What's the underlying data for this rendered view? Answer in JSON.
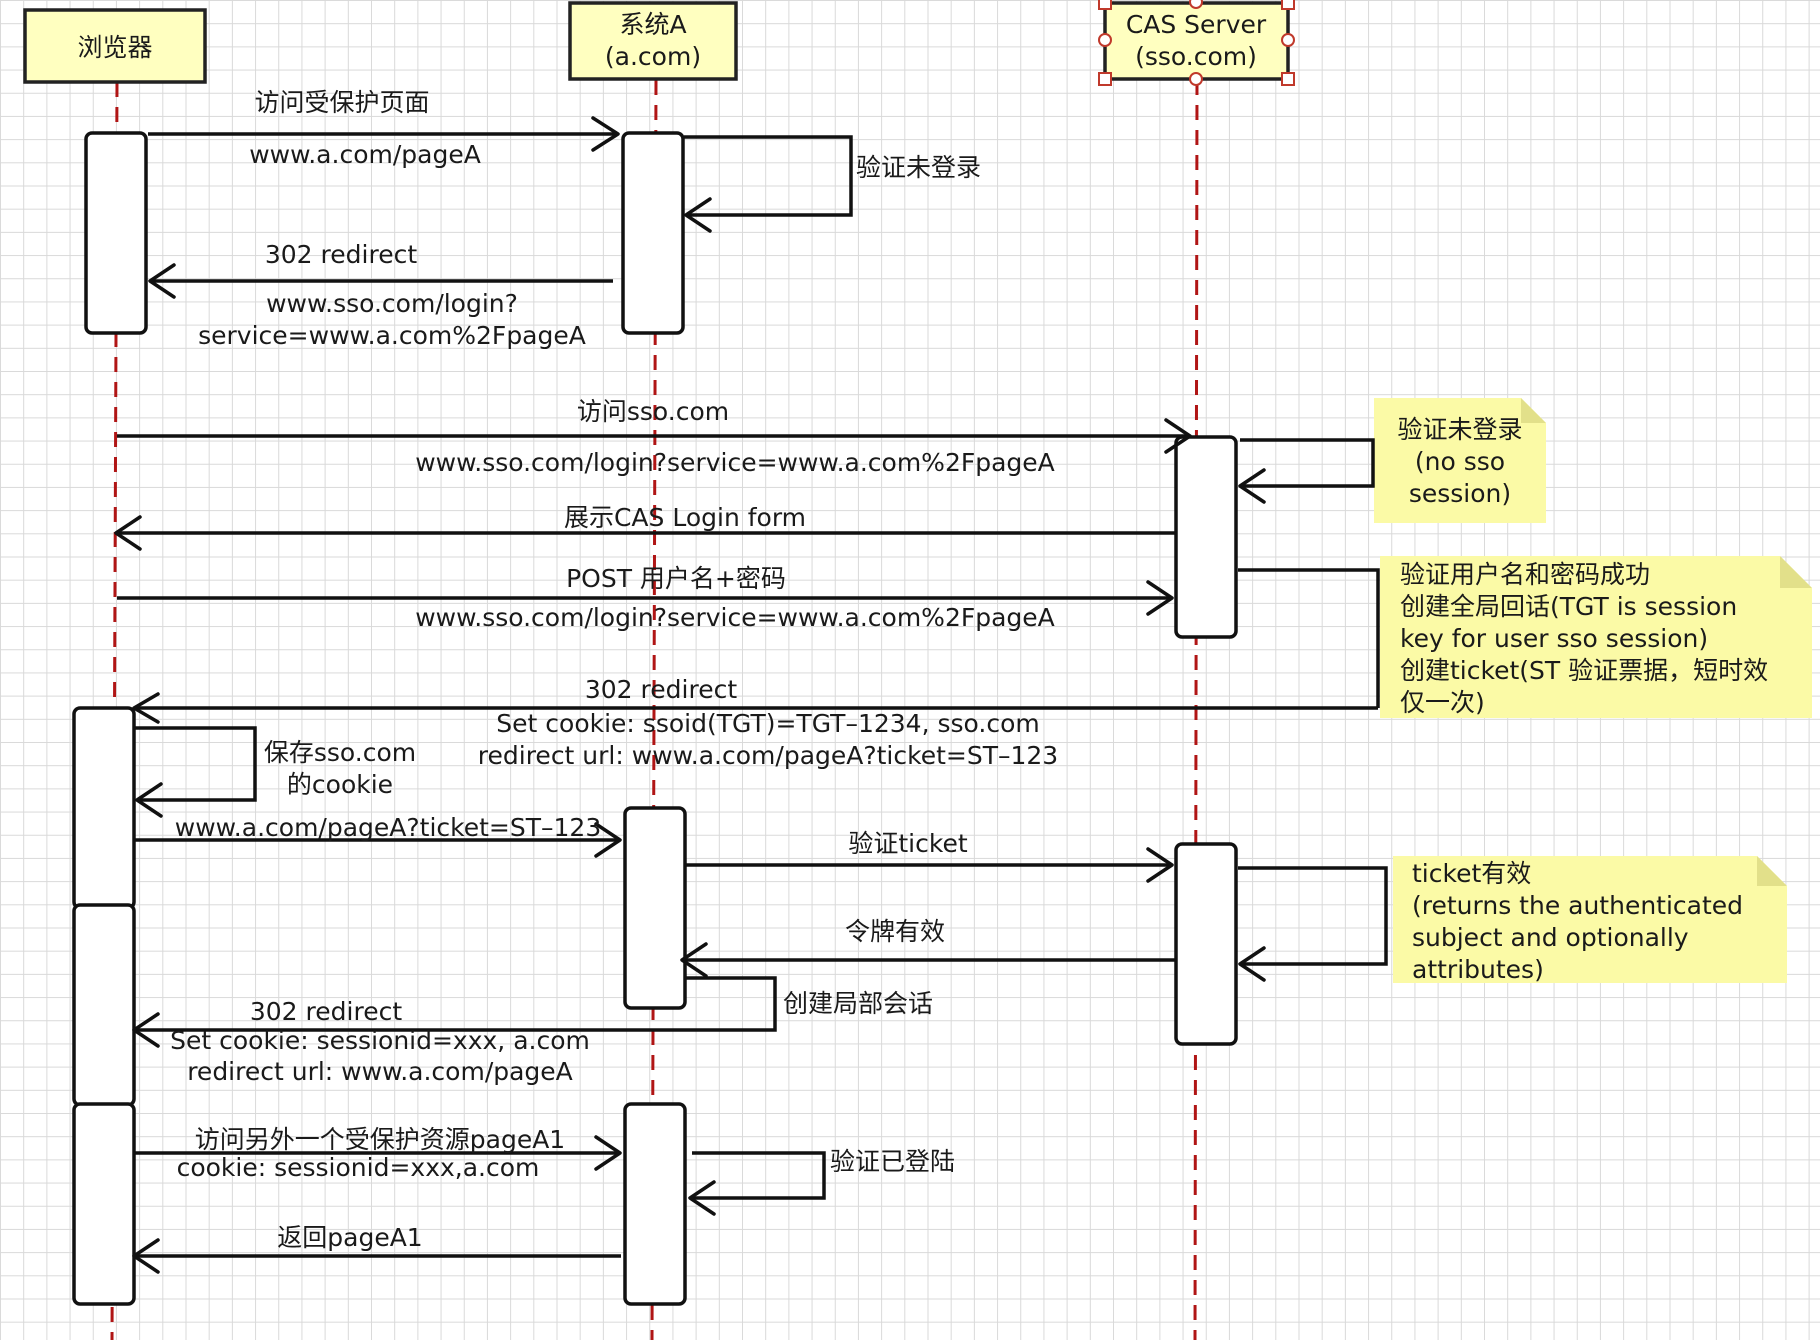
{
  "participants": [
    {
      "id": "browser",
      "name": "浏览器"
    },
    {
      "id": "sysa",
      "name": "系统A",
      "sub": "(a.com)"
    },
    {
      "id": "cas",
      "name": "CAS Server",
      "sub": "(sso.com)"
    }
  ],
  "messages": {
    "m1_top": "访问受保护页面",
    "m1_bottom": "www.a.com/pageA",
    "self_a1": "验证未登录",
    "m2_top": "302 redirect",
    "m2_line1": "www.sso.com/login?",
    "m2_line2": "service=www.a.com%2FpageA",
    "m3_top": "访问sso.com",
    "m3_bottom": "www.sso.com/login?service=www.a.com%2FpageA",
    "m4": "展示CAS Login form",
    "m5_top": "POST 用户名+密码",
    "m5_bottom": "www.sso.com/login?service=www.a.com%2FpageA",
    "m6_top": "302 redirect",
    "m6_line1": "Set cookie: ssoid(TGT)=TGT–1234, sso.com",
    "m6_line2": "redirect url: www.a.com/pageA?ticket=ST–123",
    "self_b1_line1": "保存sso.com",
    "self_b1_line2": "的cookie",
    "m7": "www.a.com/pageA?ticket=ST–123",
    "m8": "验证ticket",
    "m9": "令牌有效",
    "self_a2": "创建局部会话",
    "m10_top": "302 redirect",
    "m10_line1": "Set cookie: sessionid=xxx, a.com",
    "m10_line2": "redirect url: www.a.com/pageA",
    "m11_line1": "访问另外一个受保护资源pageA1",
    "m11_line2": "cookie: sessionid=xxx,a.com",
    "self_a3": "验证已登陆",
    "m12": "返回pageA1"
  },
  "notes": {
    "n1": [
      "验证未登录",
      "(no sso",
      "session)"
    ],
    "n2": [
      "验证用户名和密码成功",
      "创建全局回话(TGT is session",
      "key for user sso session)",
      "创建ticket(ST 验证票据，短时效",
      "仅一次)"
    ],
    "n3": [
      "ticket有效",
      "(returns the authenticated",
      "subject and optionally",
      "attributes)"
    ]
  }
}
